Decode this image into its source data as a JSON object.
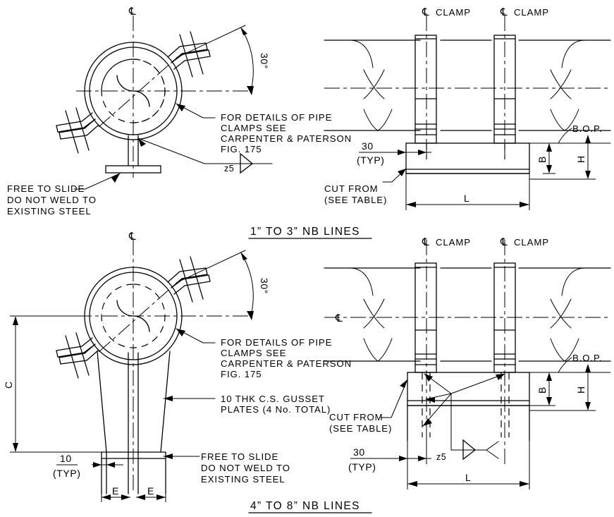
{
  "drawing": {
    "type": "engineering-detail",
    "sheet_size": [
      871,
      733
    ],
    "background": "#ffffff",
    "line_color": "#000000"
  },
  "views": {
    "top_left": {
      "name": "plan-view-1-to-3-nb",
      "centerline_label": "℄",
      "angle_label": "30°",
      "note_clamp": [
        "FOR DETAILS OF PIPE",
        "CLAMPS SEE",
        "CARPENTER & PATERSON",
        "FIG. 175"
      ],
      "weld_label": "z5",
      "note_slide": [
        "FREE TO SLIDE",
        "DO NOT WELD TO",
        "EXISTING STEEL"
      ]
    },
    "top_right": {
      "name": "elevation-view-1-to-3-nb",
      "clamp_label_left": "CLAMP",
      "clamp_label_right": "CLAMP",
      "centerline_label": "℄",
      "bop_label": "B.O.P.",
      "dim_30": "30",
      "dim_30_typ": "(TYP)",
      "dim_B": "B",
      "dim_H": "H",
      "dim_L": "L",
      "note_cut": [
        "CUT FROM",
        "(SEE TABLE)"
      ]
    },
    "bottom_left": {
      "name": "plan-view-4-to-8-nb",
      "centerline_label": "℄",
      "angle_label": "30°",
      "note_clamp": [
        "FOR DETAILS OF PIPE",
        "CLAMPS SEE",
        "CARPENTER & PATERSON",
        "FIG. 175"
      ],
      "note_gusset": [
        "10 THK C.S. GUSSET",
        "PLATES (4 No. TOTAL)"
      ],
      "note_slide": [
        "FREE TO SLIDE",
        "DO NOT WELD TO",
        "EXISTING STEEL"
      ],
      "dim_C": "C",
      "dim_10": "10",
      "dim_10_typ": "(TYP)",
      "dim_E_left": "E",
      "dim_E_right": "E"
    },
    "bottom_right": {
      "name": "elevation-view-4-to-8-nb",
      "clamp_label_left": "CLAMP",
      "clamp_label_right": "CLAMP",
      "centerline_label": "℄",
      "bop_label": "B.O.P.",
      "dim_30": "30",
      "dim_30_typ": "(TYP)",
      "dim_B": "B",
      "dim_H": "H",
      "dim_L": "L",
      "weld_label": "z5",
      "note_cut": [
        "CUT FROM",
        "(SEE TABLE)"
      ]
    }
  },
  "titles": {
    "upper": "1” TO 3” NB LINES",
    "lower": "4” TO 8” NB LINES"
  }
}
